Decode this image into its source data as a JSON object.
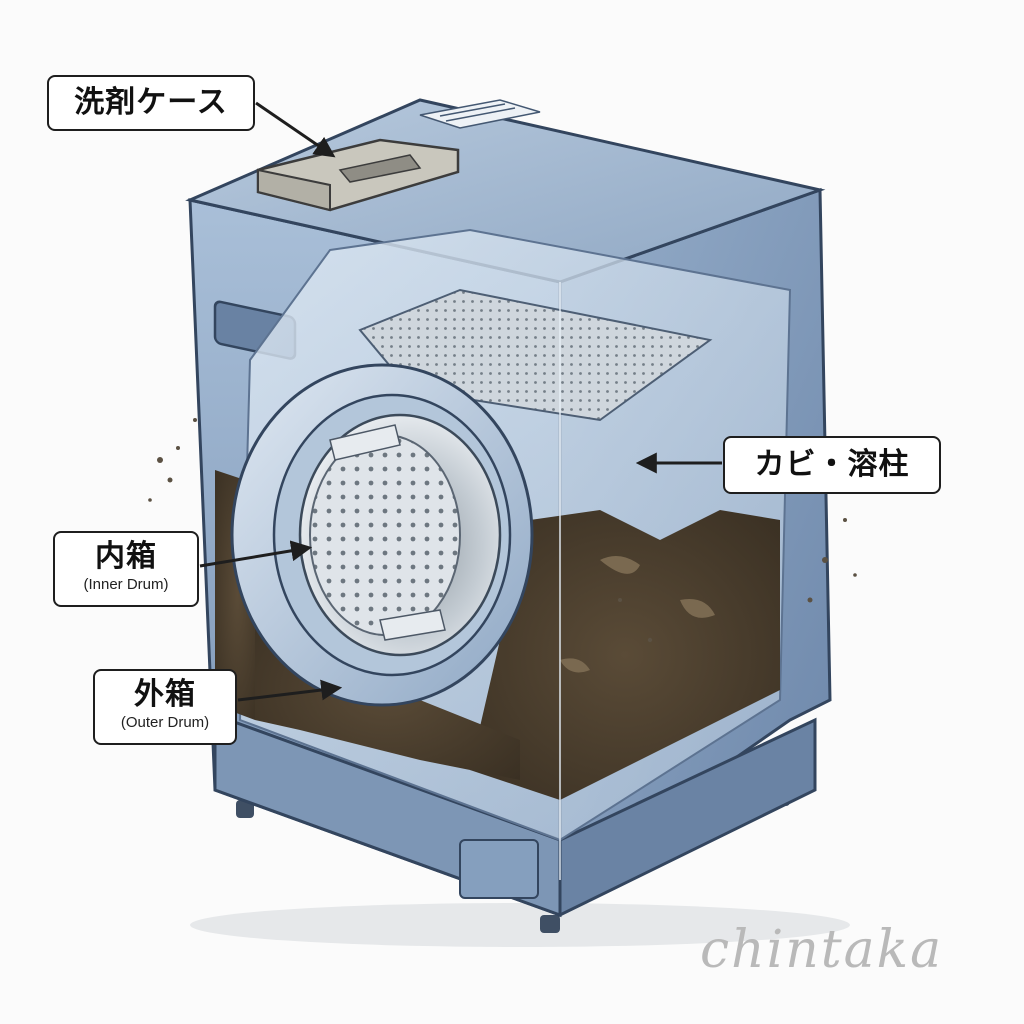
{
  "labels": {
    "detergent_case": "洗剤ケース",
    "mold_deposit": "カビ・溶柱",
    "inner_drum": {
      "jp": "内箱",
      "en": "(Inner Drum)"
    },
    "outer_drum": {
      "jp": "外箱",
      "en": "(Outer Drum)"
    }
  },
  "signature": "chintaka",
  "colors": {
    "body": "#7f9bbd",
    "body_dark": "#5d7a9e",
    "glass": "#c9d9ea",
    "mold": "#4a3d2c",
    "steel": "#d6dde4"
  }
}
